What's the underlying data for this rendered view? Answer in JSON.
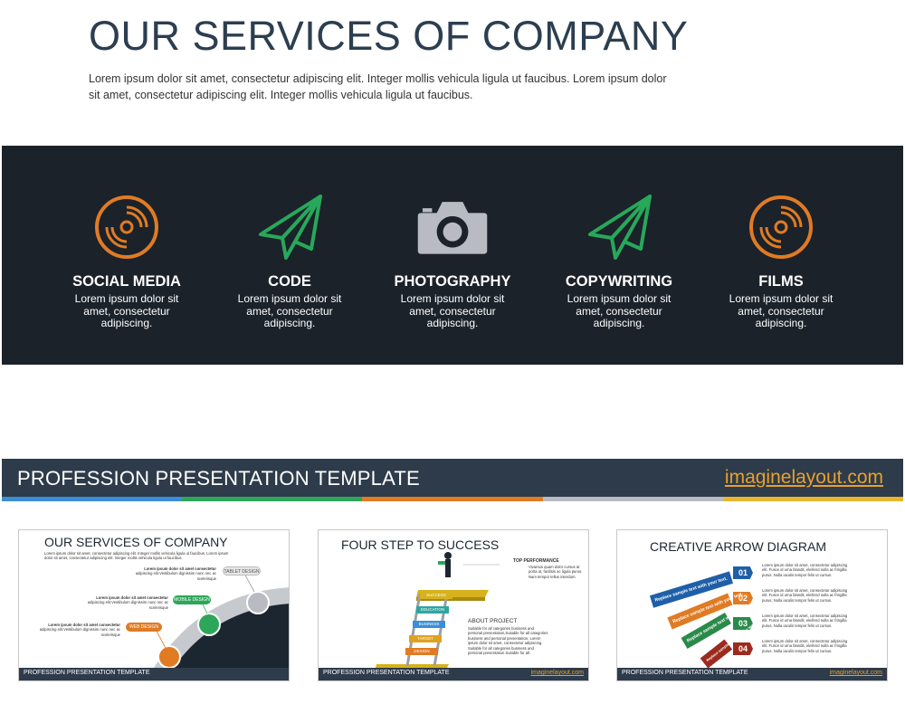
{
  "main": {
    "title": "OUR SERVICES OF COMPANY",
    "description": "Lorem ipsum dolor sit amet, consectetur adipiscing elit. Integer mollis vehicula ligula ut faucibus. Lorem ipsum dolor sit amet, consectetur adipiscing elit. Integer mollis vehicula ligula ut faucibus.",
    "services": [
      {
        "name": "SOCIAL MEDIA",
        "text": "Lorem ipsum dolor sit amet, consectetur adipiscing.",
        "icon": "vinyl-disc-icon",
        "color": "#e07b24"
      },
      {
        "name": "CODE",
        "text": "Lorem ipsum dolor sit amet, consectetur adipiscing.",
        "icon": "paper-plane-icon",
        "color": "#27a85a"
      },
      {
        "name": "PHOTOGRAPHY",
        "text": "Lorem ipsum dolor sit amet, consectetur adipiscing.",
        "icon": "camera-icon",
        "color": "#b8bcc2"
      },
      {
        "name": "COPYWRITING",
        "text": "Lorem ipsum dolor sit amet, consectetur adipiscing.",
        "icon": "paper-plane-icon",
        "color": "#27a85a"
      },
      {
        "name": "FILMS",
        "text": "Lorem ipsum dolor sit amet, consectetur adipiscing.",
        "icon": "vinyl-disc-icon",
        "color": "#e07b24"
      }
    ],
    "footer": {
      "title": "PROFESSION PRESENTATION TEMPLATE",
      "url": "imaginelayout.com"
    },
    "strip_colors": [
      "#3a8fd6",
      "#2ea65a",
      "#e07b24",
      "#b8bcc2",
      "#e8b52c"
    ]
  },
  "thumbnails": [
    {
      "title": "OUR SERVICES OF COMPANY",
      "intro": "Lorem ipsum dolor sit amet, consectetur adipiscing elit. Integer mollis vehicula ligula ut faucibus. Lorem ipsum dolor sit amet, consectetur adipiscing elit. Integer mollis vehicula ligula ut faucibus.",
      "items": [
        {
          "label": "TABLET DESIGN",
          "head": "Lorem ipsum dolor sit amet consectetur",
          "body": "adipiscing elit.Vestibulum dignissim nunc nec ac scelerisque"
        },
        {
          "label": "MOBILE DESIGN",
          "head": "Lorem ipsum dolor sit amet consectetur",
          "body": "adipiscing elit.Vestibulum dignissim nunc nec ac scelerisque"
        },
        {
          "label": "WEB DESIGN",
          "head": "Lorem ipsum dolor sit amet consectetur",
          "body": "adipiscing elit.Vestibulum dignissim nunc nec ac scelerisque"
        }
      ],
      "footer_title": "PROFESSION PRESENTATION TEMPLATE",
      "footer_url": ""
    },
    {
      "title": "FOUR STEP TO SUCCESS",
      "top_head": "TOP PERFORMANCE",
      "top_body": "Vivamus quam dolor cursus at porta ut, facilisis ac ligula purus. Nam tempor tellus interdum.",
      "about_head": "ABOUT PROJECT",
      "about_body": "Suitable for all categories business and personal presentation,Suitable for all categories business and personal presentation. Lorem ipsum dolor sit amet, consectetur adipiscing. Suitable for all categories business and personal presentation Suitable for all.",
      "steps": [
        "SUCCESS",
        "EDUCATION",
        "BUSINESS",
        "TARGET",
        "DESIGN"
      ],
      "footer_title": "PROFESSION PRESENTATION TEMPLATE",
      "footer_url": "imaginelayout.com"
    },
    {
      "title": "CREATIVE ARROW DIAGRAM",
      "numbers": [
        "01",
        "02",
        "03",
        "04"
      ],
      "ribbons": [
        "Replace sample text with your text.",
        "Replace sample text with your text.",
        "Replace sample text with your text.",
        "Replace sample text with your text."
      ],
      "notes": [
        "Lorem ipsum dolor sit amet, consectetur adipiscing elit. Fusce id urna blandit, eleifend nulla ac fringilla purus. Nulla iaculis tempor felis ut cursus.",
        "Lorem ipsum dolor sit amet, consectetur adipiscing elit. Fusce id urna blandit, eleifend nulla ac fringilla purus. Nulla iaculis tempor felis ut cursus.",
        "Lorem ipsum dolor sit amet, consectetur adipiscing elit. Fusce id urna blandit, eleifend nulla ac fringilla purus. Nulla iaculis tempor felis ut cursus.",
        "Lorem ipsum dolor sit amet, consectetur adipiscing elit. Fusce id urna blandit, eleifend nulla ac fringilla purus. Nulla iaculis tempor felis ut cursus."
      ],
      "colors": [
        "#1f5fa8",
        "#e07b24",
        "#2a8a4a",
        "#9c2a1f"
      ],
      "footer_title": "PROFESSION PRESENTATION TEMPLATE",
      "footer_url": "imaginelayout.com"
    }
  ]
}
